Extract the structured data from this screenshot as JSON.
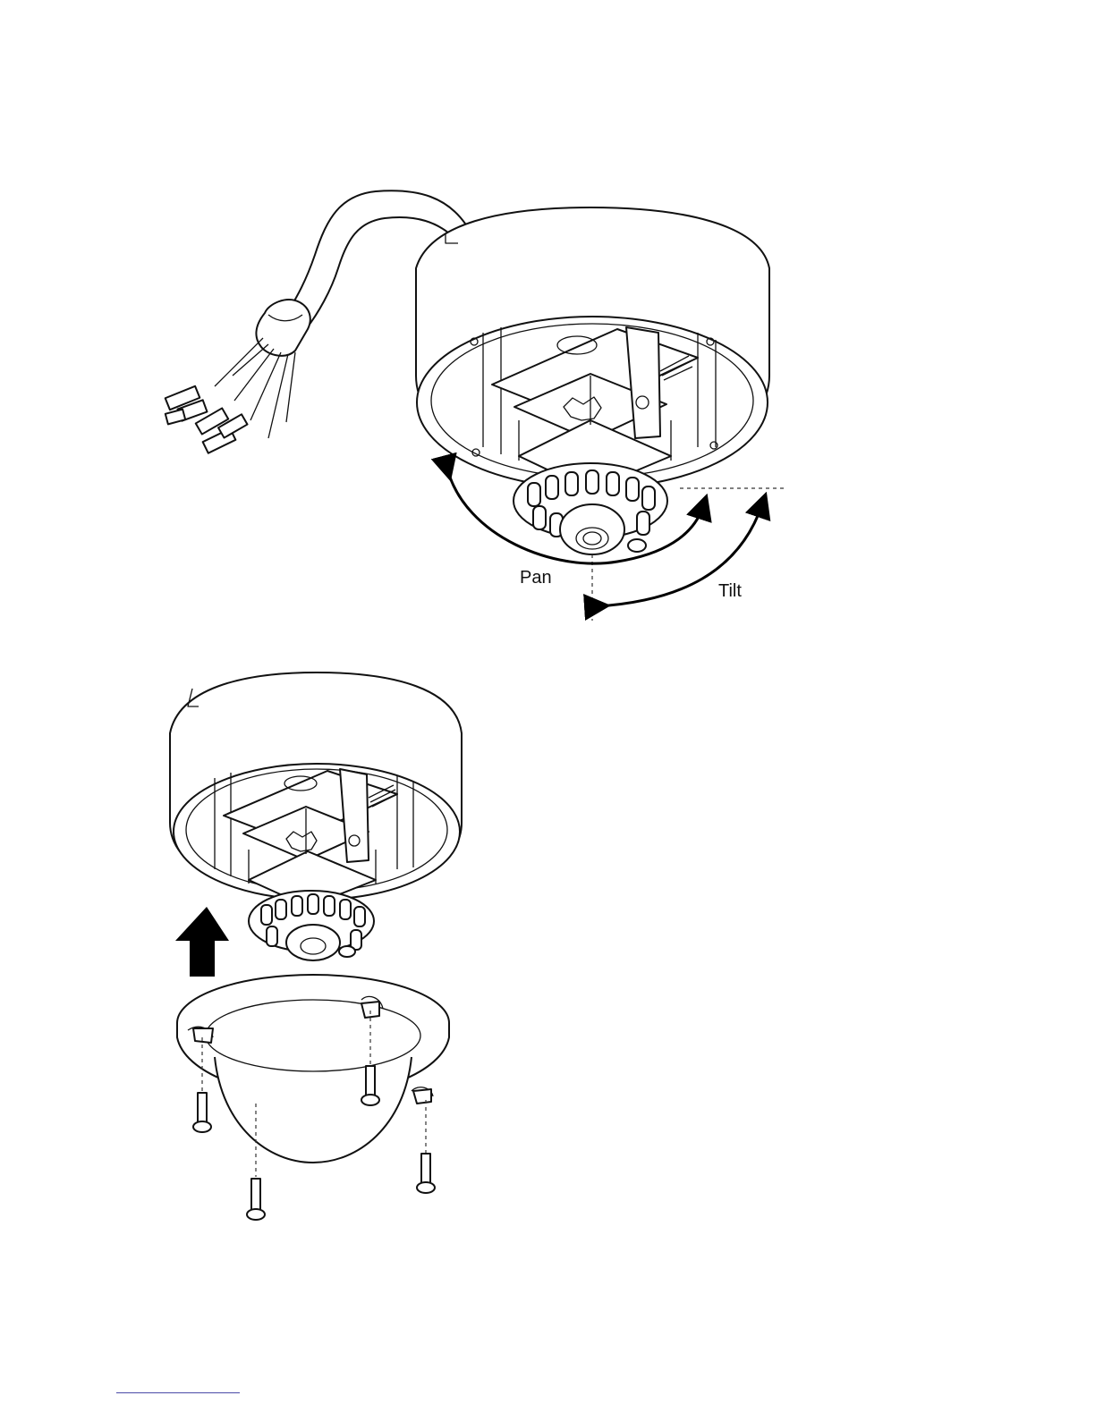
{
  "figure_top": {
    "labels": {
      "pan": "Pan",
      "tilt": "Tilt"
    }
  },
  "figure_bottom": {
    "direction": "up"
  },
  "colors": {
    "line": "#111111",
    "background": "#ffffff",
    "footer_rule": "#4a4aa8"
  }
}
